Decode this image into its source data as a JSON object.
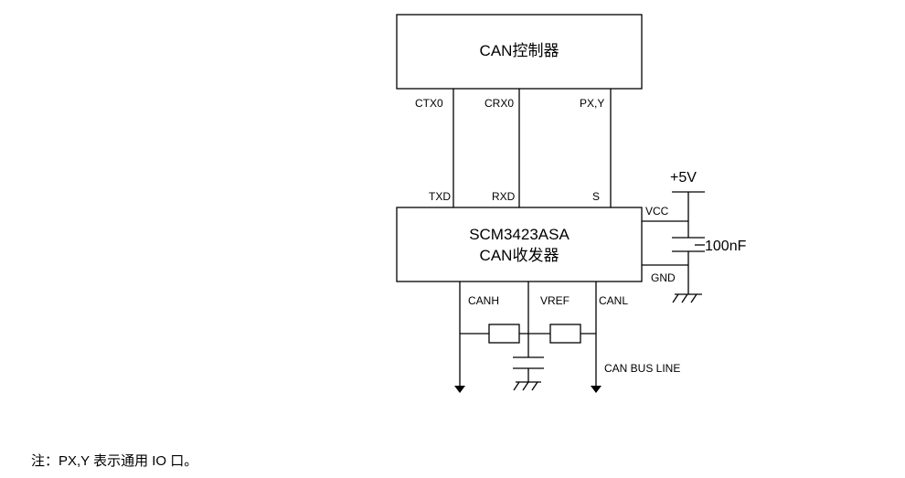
{
  "controller": {
    "label": "CAN控制器",
    "pins": {
      "ctx": "CTX0",
      "crx": "CRX0",
      "pxy": "PX,Y"
    }
  },
  "transceiver": {
    "part": "SCM3423ASA",
    "label": "CAN收发器",
    "pins": {
      "txd": "TXD",
      "rxd": "RXD",
      "s": "S",
      "vcc": "VCC",
      "gnd": "GND",
      "canh": "CANH",
      "vref": "VREF",
      "canl": "CANL"
    }
  },
  "supply": {
    "label": "+5V"
  },
  "capacitor": {
    "label": "100nF"
  },
  "bus": {
    "label": "CAN BUS LINE"
  },
  "note": "注：PX,Y 表示通用 IO 口。"
}
